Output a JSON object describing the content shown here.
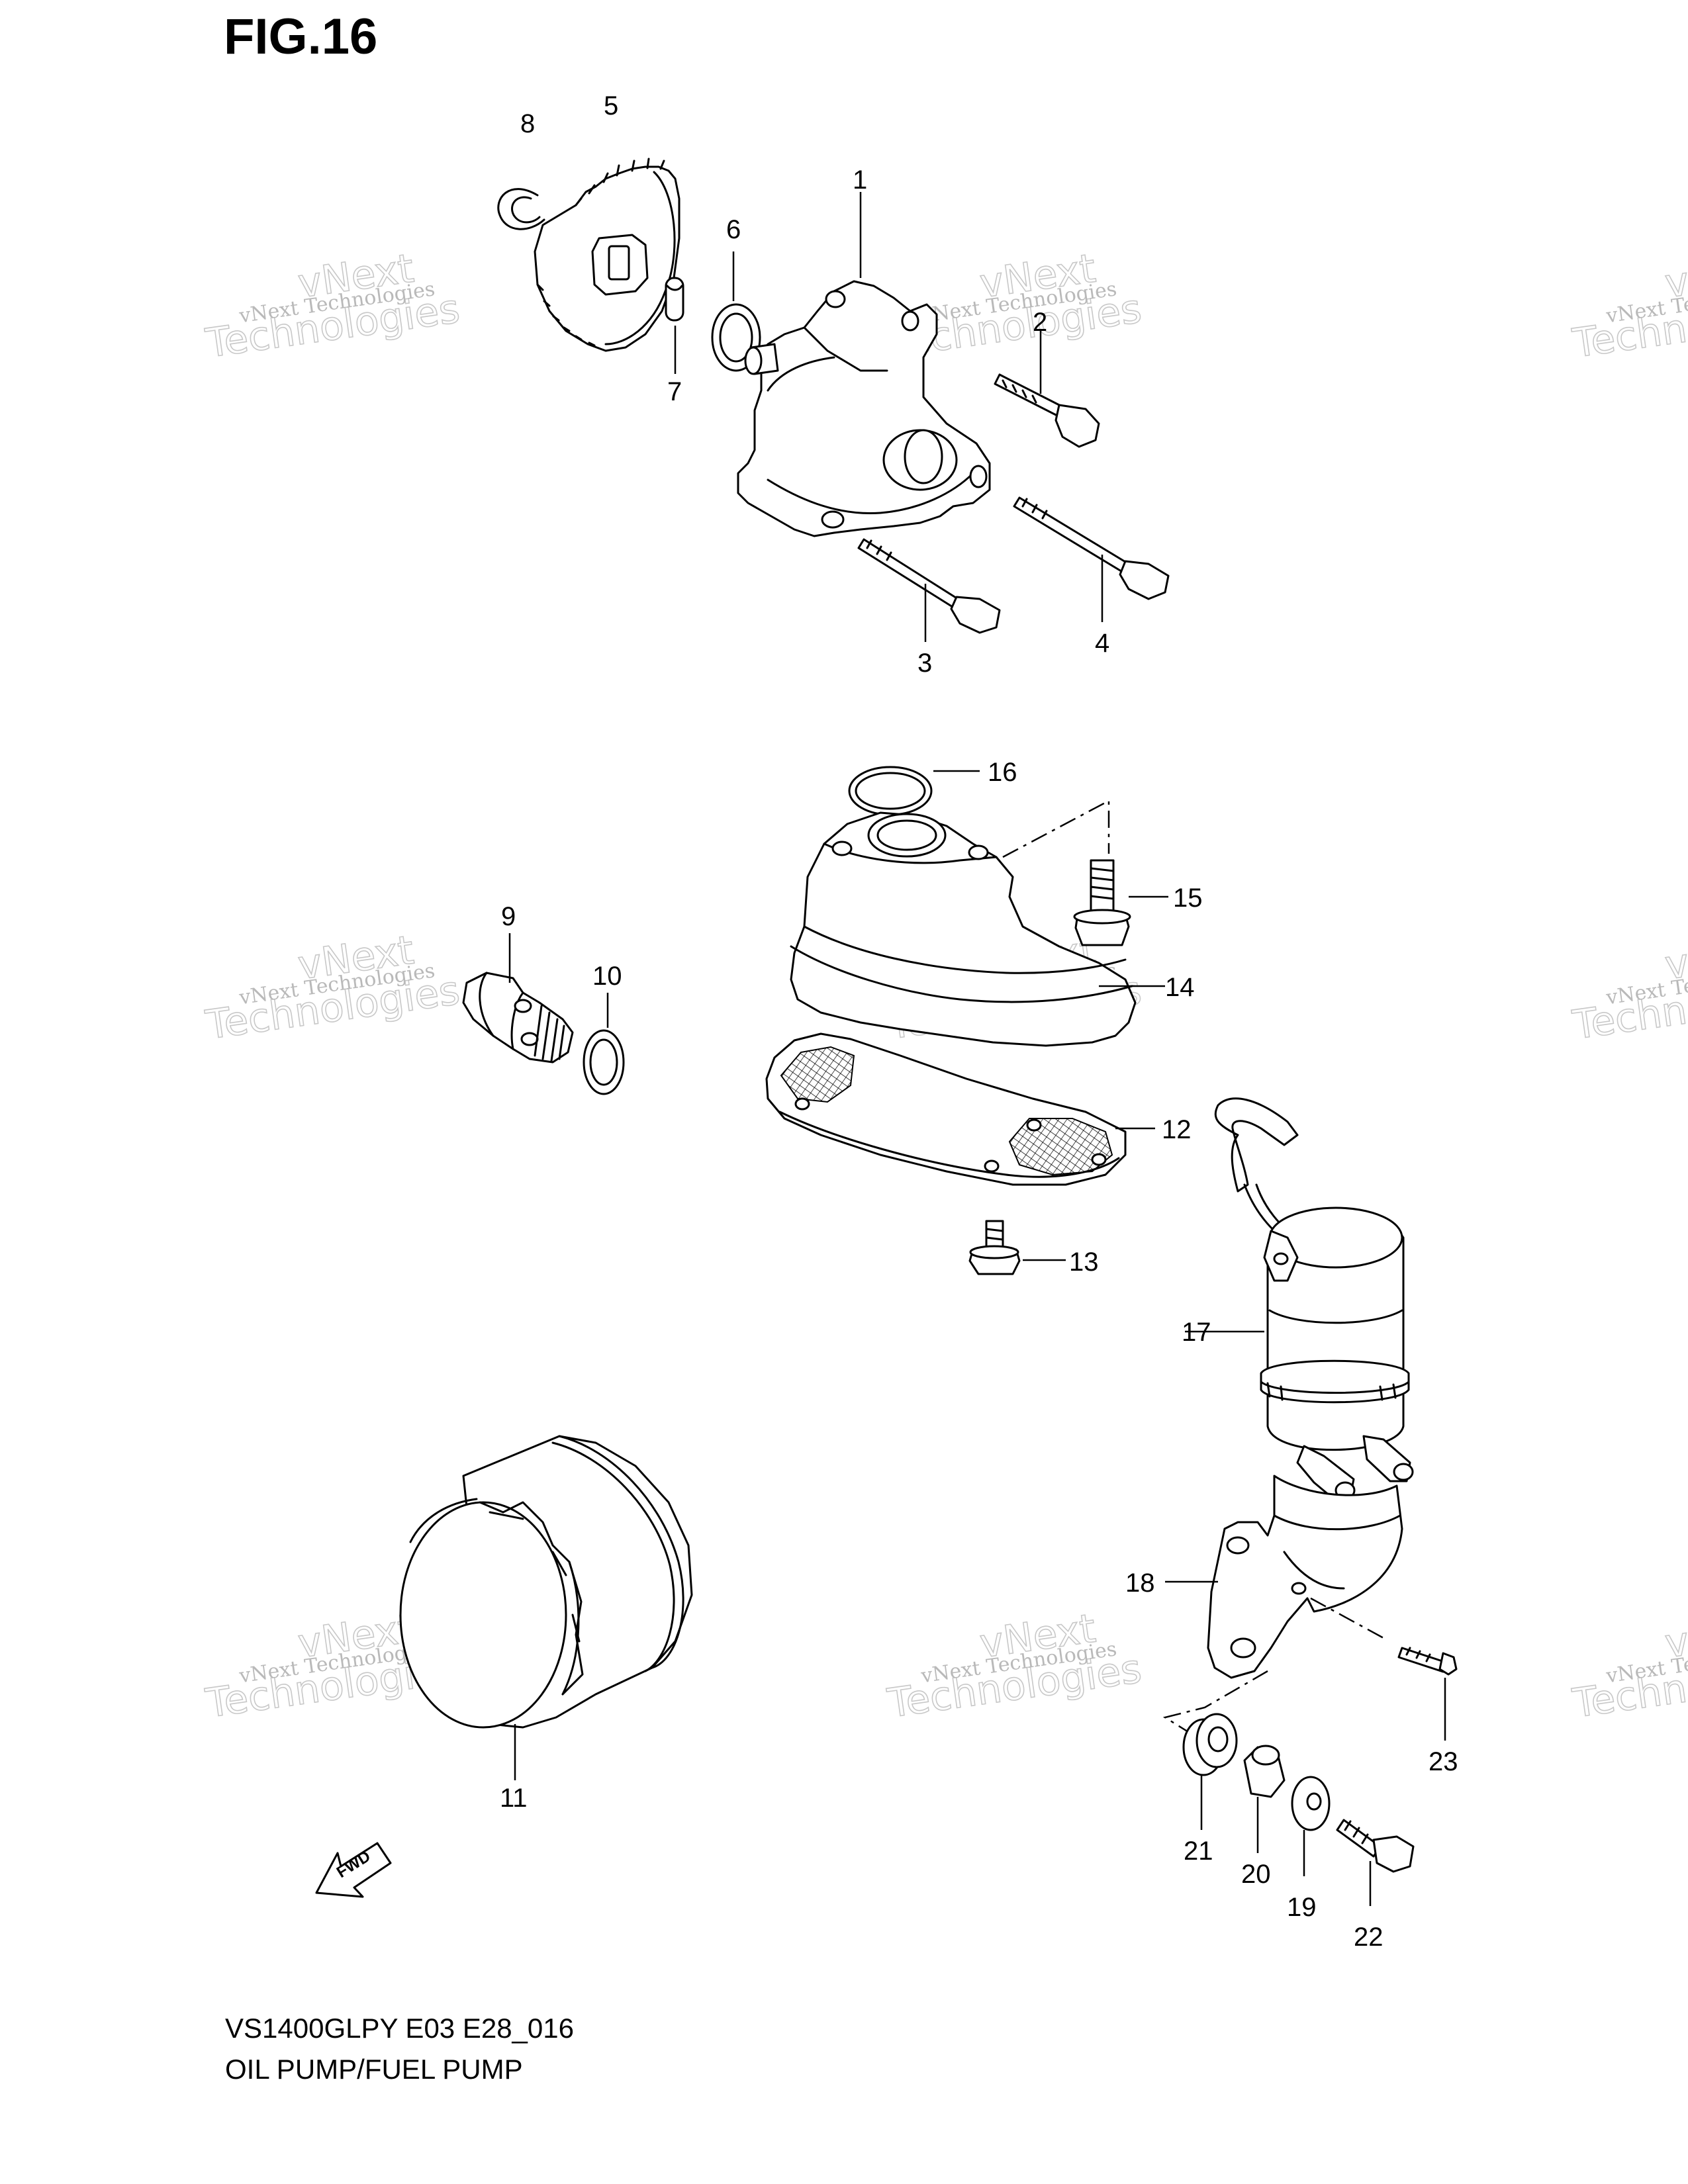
{
  "figure": {
    "title": "FIG.16",
    "caption_line1": "VS1400GLPY E03 E28_016",
    "caption_line2": "OIL PUMP/FUEL PUMP"
  },
  "callouts": [
    "1",
    "2",
    "3",
    "4",
    "5",
    "6",
    "7",
    "8",
    "9",
    "10",
    "11",
    "12",
    "13",
    "14",
    "15",
    "16",
    "17",
    "18",
    "19",
    "20",
    "21",
    "22",
    "23"
  ],
  "watermark": {
    "line1": "vNext Technologies",
    "line2": "vNext",
    "line3": "Technologies"
  },
  "fwd_label": "FWD"
}
